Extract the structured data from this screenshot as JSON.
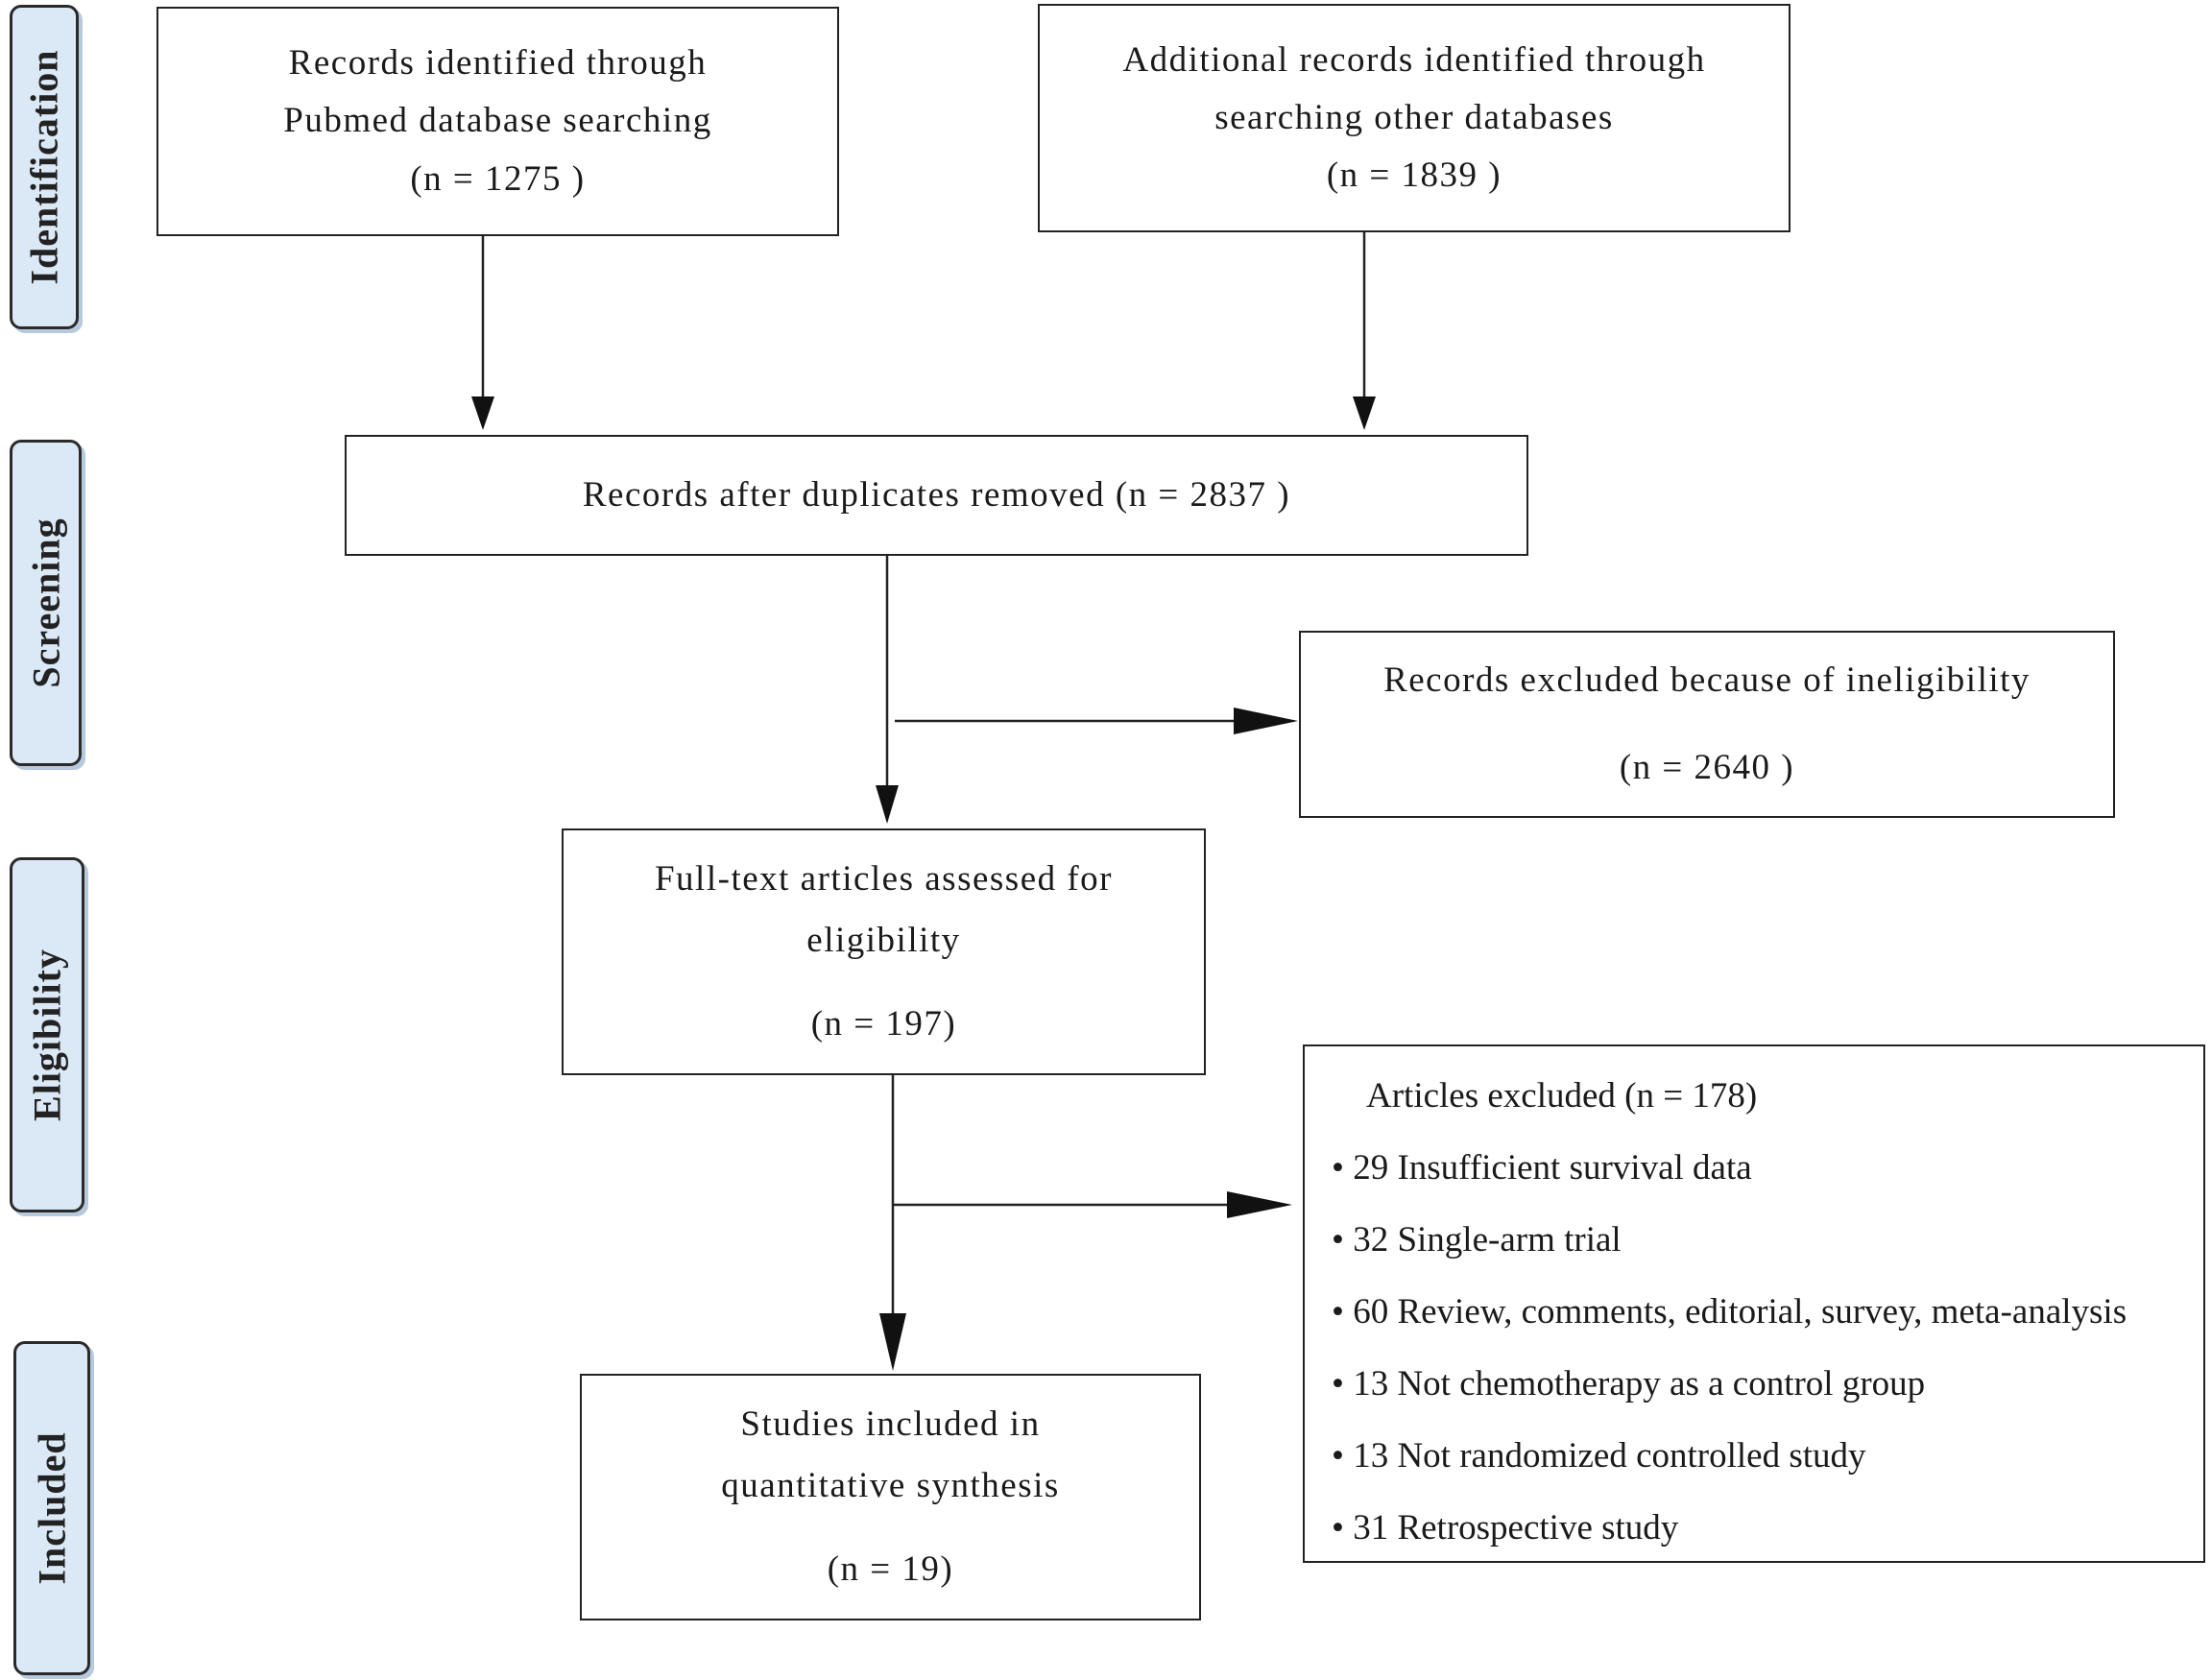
{
  "phases": {
    "identification": "Identification",
    "screening": "Screening",
    "eligibility": "Eligibility",
    "included": "Included"
  },
  "boxes": {
    "pubmed": [
      "Records identified through",
      "Pubmed database searching",
      "(n = 1275 )"
    ],
    "other": [
      "Additional records identified through",
      "searching other databases",
      "(n = 1839 )"
    ],
    "dedup": "Records after duplicates removed (n = 2837 )",
    "excluded_records": [
      "Records excluded because of ineligibility",
      "(n = 2640 )"
    ],
    "fulltext": [
      "Full-text articles assessed for",
      "eligibility",
      "(n = 197)"
    ],
    "included": [
      "Studies included in",
      "quantitative synthesis",
      "(n = 19)"
    ]
  },
  "articles_excluded": {
    "title": "Articles excluded (n = 178)",
    "items": [
      "• 29 Insufficient survival data",
      "• 32 Single-arm trial",
      "• 60 Review, comments, editorial, survey, meta-analysis",
      "• 13 Not chemotherapy as a control group",
      "• 13 Not randomized controlled study",
      "• 31 Retrospective study"
    ]
  }
}
